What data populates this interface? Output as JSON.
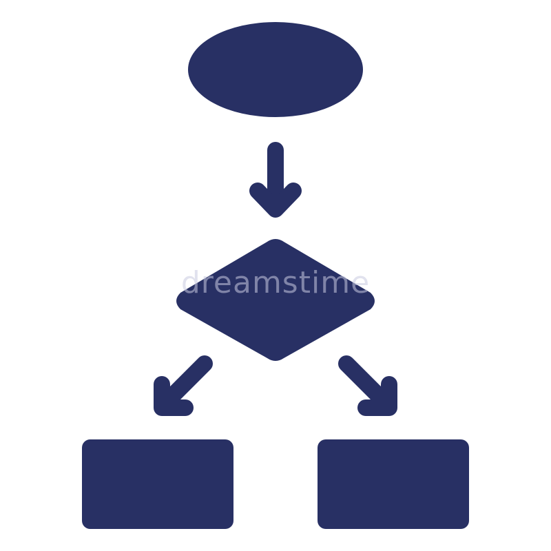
{
  "diagram": {
    "type": "flowchart-icon",
    "fill_color": "#283064",
    "background_color": "#ffffff",
    "shapes": [
      {
        "name": "start-terminal",
        "kind": "ellipse"
      },
      {
        "name": "decision",
        "kind": "diamond"
      },
      {
        "name": "process-left",
        "kind": "rectangle"
      },
      {
        "name": "process-right",
        "kind": "rectangle"
      }
    ],
    "connectors": [
      {
        "from": "start-terminal",
        "to": "decision",
        "direction": "down"
      },
      {
        "from": "decision",
        "to": "process-left",
        "direction": "down-left"
      },
      {
        "from": "decision",
        "to": "process-right",
        "direction": "down-right"
      }
    ]
  },
  "watermark": {
    "text": "dreamstime",
    "color": "#c9cbe0"
  }
}
